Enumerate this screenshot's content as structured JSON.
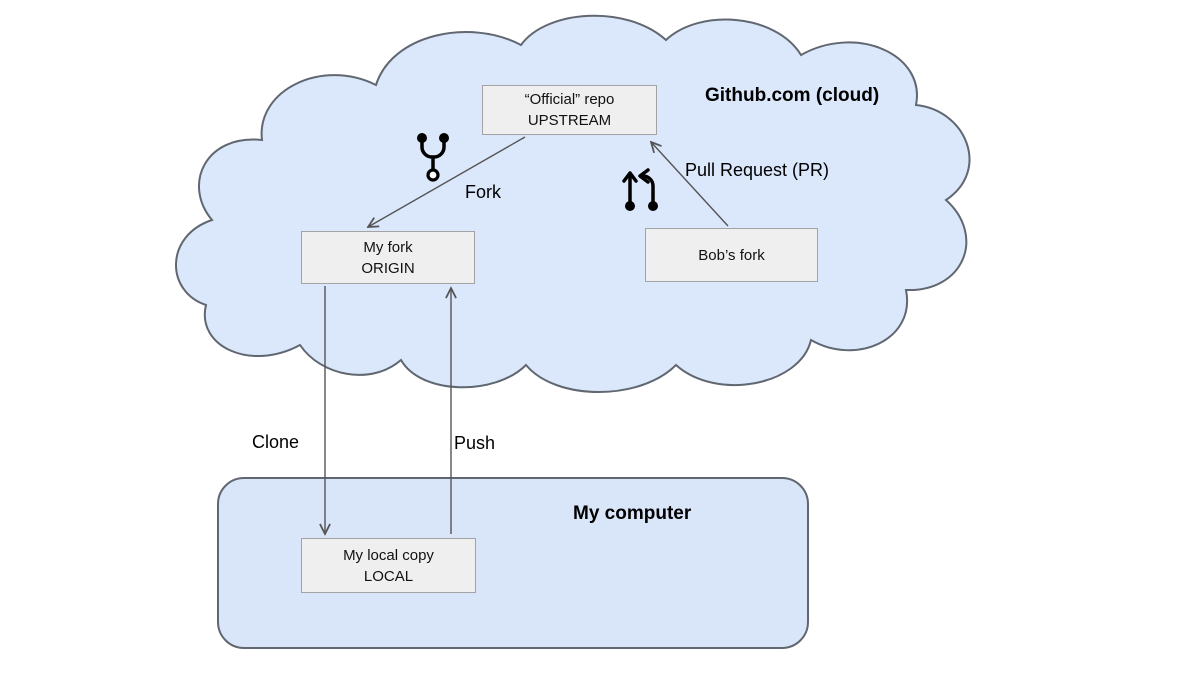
{
  "cloud": {
    "label": "Github.com (cloud)"
  },
  "computer": {
    "label": "My computer"
  },
  "nodes": {
    "upstream": {
      "line1": "“Official” repo",
      "line2": "UPSTREAM"
    },
    "origin": {
      "line1": "My fork",
      "line2": "ORIGIN"
    },
    "bobs_fork": {
      "line1": "Bob’s fork"
    },
    "local": {
      "line1": "My local copy",
      "line2": "LOCAL"
    }
  },
  "labels": {
    "fork": "Fork",
    "pull_request": "Pull Request (PR)",
    "clone": "Clone",
    "push": "Push"
  },
  "icons": {
    "fork_icon": "git-fork-icon",
    "pull_request_icon": "git-pull-request-icon"
  },
  "colors": {
    "cloud_fill": "#dbe7fb",
    "cloud_stroke": "#606770",
    "computer_fill": "#d9e5f9",
    "computer_stroke": "#606770",
    "box_fill": "#efefef",
    "box_stroke": "#a3a3a3",
    "arrow": "#555555",
    "icon": "#000000"
  }
}
